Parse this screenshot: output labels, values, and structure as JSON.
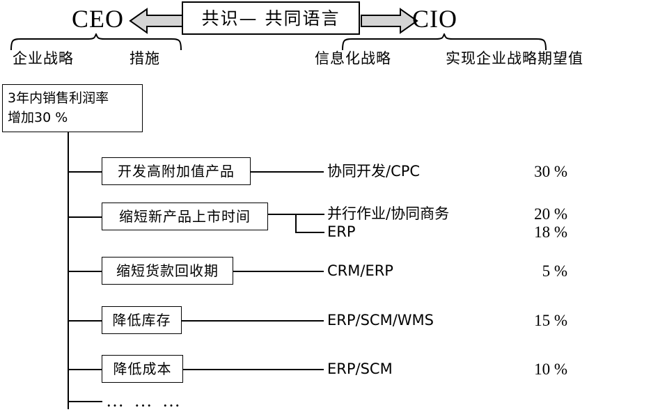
{
  "header": {
    "left_role": "CEO",
    "right_role": "CIO",
    "consensus": "共识— 共同语言",
    "left_arrow_icon": "arrow-left-icon",
    "right_arrow_icon": "arrow-right-icon",
    "arrow_fill": "#d4d4d4",
    "arrow_stroke": "#000000"
  },
  "braces": {
    "left": {
      "captions": [
        "企业战略",
        "措施"
      ]
    },
    "right": {
      "captions": [
        "信息化战略",
        "实现企业战略期望值"
      ]
    }
  },
  "goal": {
    "line1": "3年内销售利润率",
    "line2": "增加30 %"
  },
  "rows": [
    {
      "measure": "开发高附加值产品",
      "items": [
        {
          "tech": "协同开发/CPC",
          "pct": "30 %"
        }
      ]
    },
    {
      "measure": "缩短新产品上市时间",
      "items": [
        {
          "tech": "并行作业/协同商务",
          "pct": "20 %"
        },
        {
          "tech": "ERP",
          "pct": "18 %"
        }
      ]
    },
    {
      "measure": "缩短货款回收期",
      "items": [
        {
          "tech": "CRM/ERP",
          "pct": "5 %"
        }
      ]
    },
    {
      "measure": "降低库存",
      "items": [
        {
          "tech": "ERP/SCM/WMS",
          "pct": "15 %"
        }
      ]
    },
    {
      "measure": "降低成本",
      "items": [
        {
          "tech": "ERP/SCM",
          "pct": "10 %"
        }
      ]
    }
  ],
  "more_row": {
    "dots": "… … …"
  },
  "colors": {
    "line": "#000000",
    "background": "#ffffff",
    "arrow_gray": "#d4d4d4"
  }
}
